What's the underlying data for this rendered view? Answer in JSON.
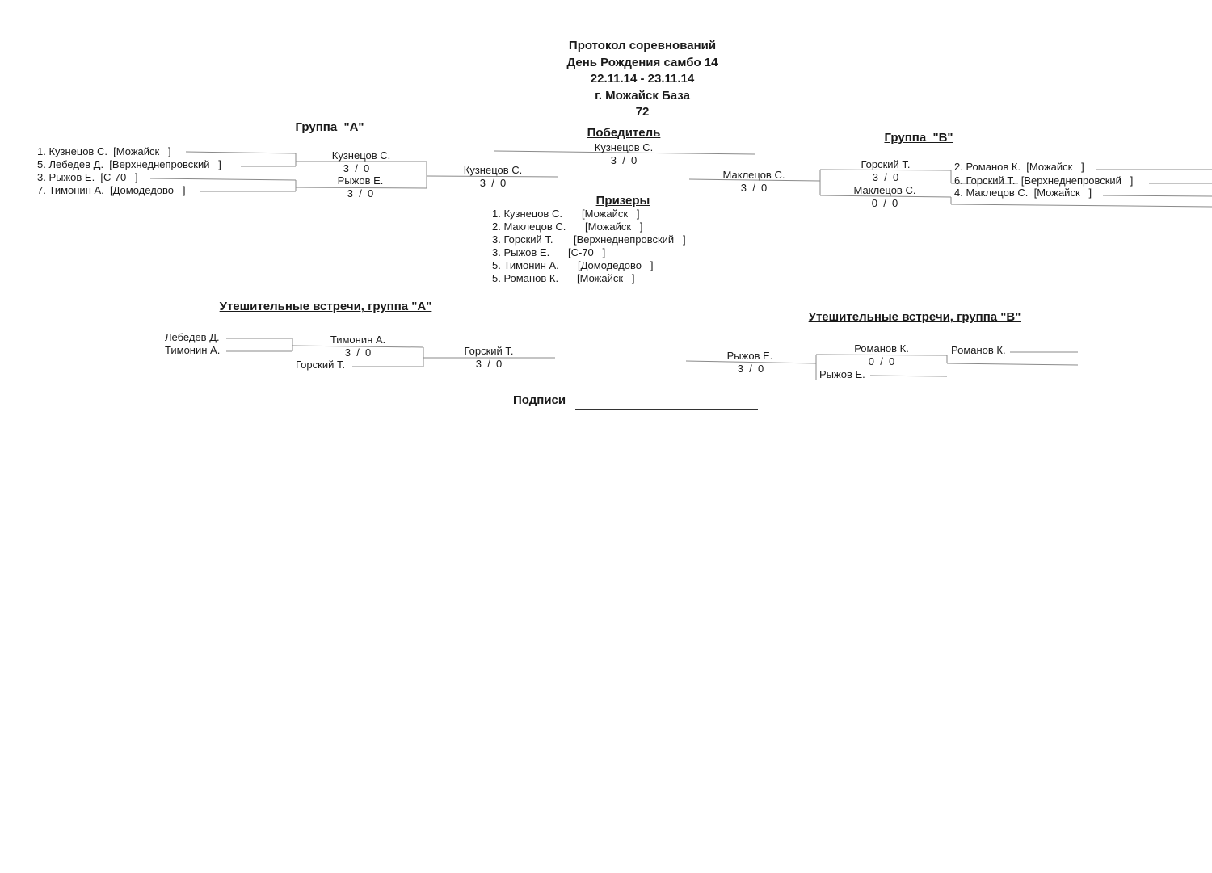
{
  "header": {
    "line1": "Протокол соревнований",
    "line2": "День Рождения самбо 14",
    "line3": "22.11.14 - 23.11.14",
    "line4": "г. Можайск База",
    "line5": "72"
  },
  "group_a": {
    "title": "Группа  \"А\"",
    "entries": [
      "1. Кузнецов С.  [Можайск   ]",
      "5. Лебедев Д.  [Верхнеднепровский   ]",
      "3. Рыжов Е.  [С-70   ]",
      "7. Тимонин А.  [Домодедово   ]"
    ],
    "round1": [
      {
        "winner": "Кузнецов С.",
        "score": "3  /  0"
      },
      {
        "winner": "Рыжов Е.",
        "score": "3  /  0"
      }
    ],
    "final": {
      "winner": "Кузнецов С.",
      "score": "3  /  0"
    }
  },
  "winner": {
    "title": "Победитель",
    "name": "Кузнецов С.",
    "score": "3  /  0"
  },
  "group_b": {
    "title": "Группа  \"В\"",
    "entries": [
      "2. Романов К.  [Можайск   ]",
      "6. Горский Т.  [Верхнеднепровский   ]",
      "4. Маклецов С.  [Можайск   ]"
    ],
    "round1": {
      "winner": "Горский Т.",
      "score": "3  /  0"
    },
    "round2": {
      "winner": "Маклецов С.",
      "score": "0  /  0"
    },
    "final": {
      "winner": "Маклецов С.",
      "score": "3  /  0"
    }
  },
  "prizes": {
    "title": "Призеры",
    "items": [
      {
        "name": "1. Кузнецов С.",
        "club": "[Можайск   ]"
      },
      {
        "name": "2. Маклецов С.",
        "club": "[Можайск   ]"
      },
      {
        "name": "3. Горский Т.",
        "club": "[Верхнеднепровский   ]"
      },
      {
        "name": "3. Рыжов Е.",
        "club": "[С-70   ]"
      },
      {
        "name": "5. Тимонин А.",
        "club": "[Домодедово   ]"
      },
      {
        "name": "5. Романов К.",
        "club": "[Можайск   ]"
      }
    ]
  },
  "consolation_a": {
    "title": "Утешительные встречи, группа \"А\"",
    "entry1": "Лебедев Д.",
    "entry2": "Тимонин А.",
    "match1": {
      "winner": "Тимонин А.",
      "score": "3  /  0"
    },
    "entry3": "Горский Т.",
    "final": {
      "winner": "Горский Т.",
      "score": "3  /  0"
    }
  },
  "consolation_b": {
    "title": "Утешительные встречи, группа \"В\"",
    "entry_top": "Романов К.",
    "entry_bottom": "Рыжов Е.",
    "match1": {
      "winner": "Романов К.",
      "score": "0  /  0"
    },
    "final": {
      "winner": "Рыжов Е.",
      "score": "3  /  0"
    },
    "winner_right": "Романов К."
  },
  "signature": {
    "label": "Подписи"
  }
}
